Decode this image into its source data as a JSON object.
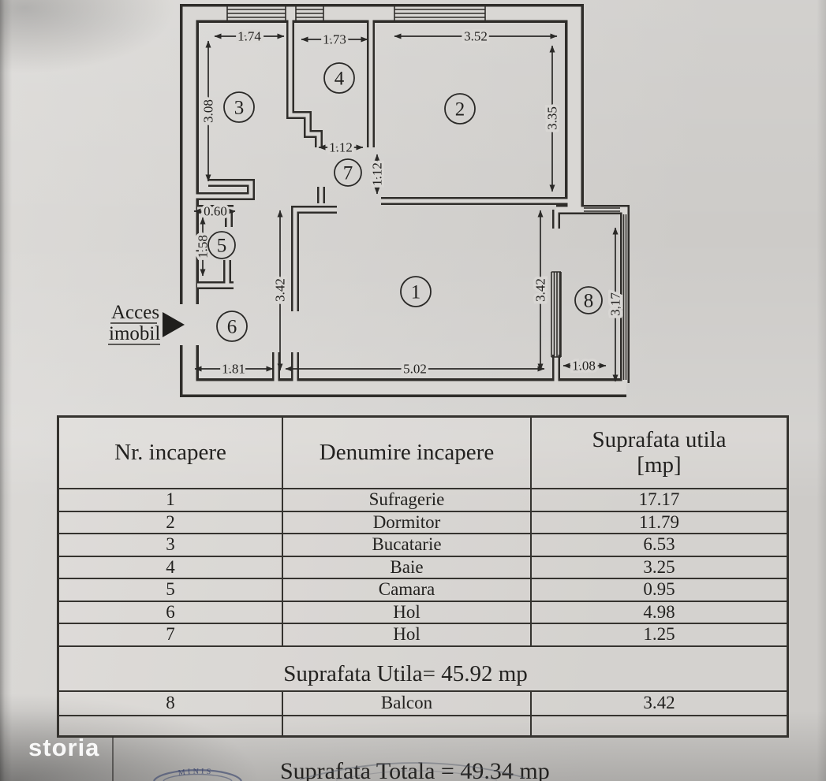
{
  "plan": {
    "access_label": {
      "line1": "Acces",
      "line2": "imobil"
    },
    "room_numbers": [
      "1",
      "2",
      "3",
      "4",
      "5",
      "6",
      "7",
      "8"
    ],
    "dimensions": {
      "kitchen_width": "1.74",
      "bath_width": "1.73",
      "bedroom_width": "3.52",
      "kitchen_height": "3.08",
      "bedroom_height": "3.35",
      "hall7_door_width": "1.12",
      "hall7_height": "1.12",
      "camara_width": "0.60",
      "camara_height": "1.58",
      "living_height_left": "3.42",
      "living_height_right": "3.42",
      "balcony_height": "3.17",
      "hall_width": "1.81",
      "living_width": "5.02",
      "balcony_width": "1.08"
    }
  },
  "table": {
    "headers": {
      "nr": "Nr. incapere",
      "name": "Denumire incapere",
      "area_line1": "Suprafata utila",
      "area_line2": "[mp]"
    },
    "rows": [
      {
        "nr": "1",
        "name": "Sufragerie",
        "area": "17.17"
      },
      {
        "nr": "2",
        "name": "Dormitor",
        "area": "11.79"
      },
      {
        "nr": "3",
        "name": "Bucatarie",
        "area": "6.53"
      },
      {
        "nr": "4",
        "name": "Baie",
        "area": "3.25"
      },
      {
        "nr": "5",
        "name": "Camara",
        "area": "0.95"
      },
      {
        "nr": "6",
        "name": "Hol",
        "area": "4.98"
      },
      {
        "nr": "7",
        "name": "Hol",
        "area": "1.25"
      }
    ],
    "subtotal_label": "Suprafata Utila= 45.92 mp",
    "balcony_row": {
      "nr": "8",
      "name": "Balcon",
      "area": "3.42"
    },
    "total_label": "Suprafata Totala = 49.34 mp"
  },
  "watermark": "storia",
  "stamp": {
    "visible_text": "MINIS"
  }
}
